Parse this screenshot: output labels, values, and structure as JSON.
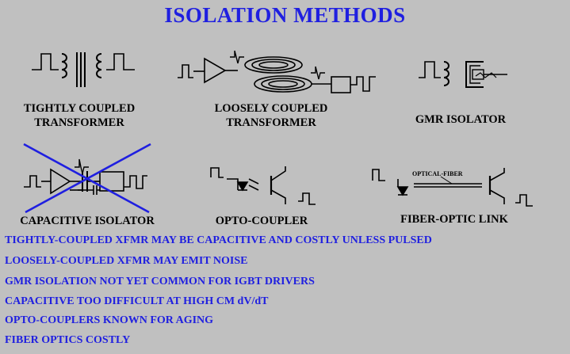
{
  "title": "ISOLATION METHODS",
  "methods": {
    "tight": {
      "line1": "TIGHTLY COUPLED",
      "line2": "TRANSFORMER"
    },
    "loose": {
      "line1": "LOOSELY COUPLED",
      "line2": "TRANSFORMER"
    },
    "gmr": {
      "label": "GMR ISOLATOR"
    },
    "capacitive": {
      "label": "CAPACITIVE ISOLATOR"
    },
    "opto": {
      "label": "OPTO-COUPLER"
    },
    "fiber": {
      "label": "FIBER-OPTIC LINK",
      "cable_label": "OPTICAL-FIBER"
    }
  },
  "notes": [
    "TIGHTLY-COUPLED XFMR MAY BE CAPACITIVE AND COSTLY UNLESS PULSED",
    "LOOSELY-COUPLED XFMR MAY EMIT NOISE",
    "GMR ISOLATION NOT YET COMMON FOR IGBT DRIVERS",
    "CAPACITIVE TOO DIFFICULT AT HIGH CM dV/dT",
    "OPTO-COUPLERS KNOWN FOR AGING",
    "FIBER OPTICS COSTLY"
  ],
  "colors": {
    "title": "#1f1fe0",
    "notes": "#1f1fe0",
    "cross": "#1f1fe0",
    "background": "#c0c0c0"
  }
}
